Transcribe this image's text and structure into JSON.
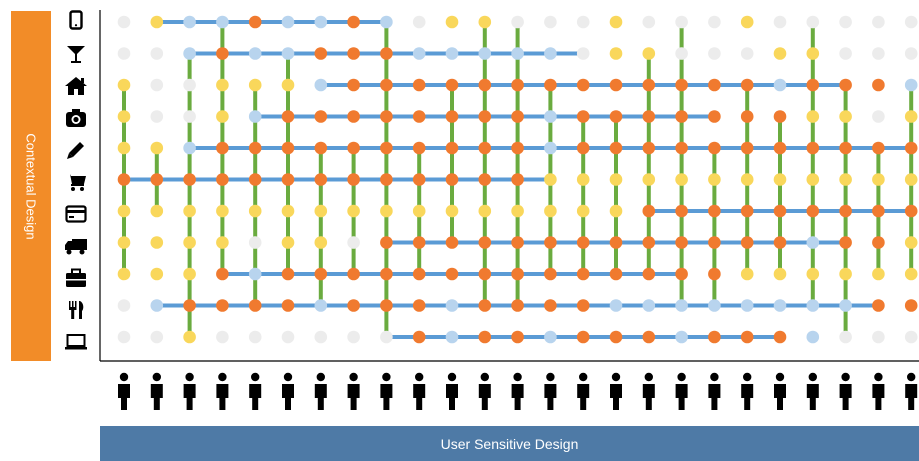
{
  "left_label": "Contextual Design",
  "bottom_label": "User Sensitive Design",
  "colors": {
    "orange_panel": "#f28c28",
    "blue_bar": "#4e7aa6",
    "dot_gray": "#ececec",
    "dot_yellow": "#f9d75b",
    "dot_orange": "#f07a2f",
    "dot_blue": "#b8d4ee",
    "line_blue": "#5b9bd5",
    "line_green": "#6aab3f",
    "axis": "#000000",
    "icon": "#000000"
  },
  "categories": [
    {
      "icon": "phone-icon"
    },
    {
      "icon": "cocktail-glass-icon"
    },
    {
      "icon": "home-icon"
    },
    {
      "icon": "camera-icon"
    },
    {
      "icon": "pencil-icon"
    },
    {
      "icon": "shopping-cart-icon"
    },
    {
      "icon": "credit-card-icon"
    },
    {
      "icon": "truck-icon"
    },
    {
      "icon": "briefcase-icon"
    },
    {
      "icon": "cutlery-icon"
    },
    {
      "icon": "laptop-icon"
    }
  ],
  "people_count": 25,
  "people_icon": "person-icon",
  "grid": {
    "rows": [
      "-ybbobbob-yy---y---y-----",
      "--bobbooobbbbb-yy---yy---",
      "y--yyybooooooooooooobooob-y",
      "y--ybooooooooboooooooyy-yy",
      "yyboooooooooobooooooooooo",
      "oooooooooooooyyyyyyyyyyyy",
      "yyyyyyyyyyyyyyyyoooooooooo",
      "yyyy-yy-ooooooooooooobooy",
      "yyyobooooooooooooooyyyyyyy",
      "-booooboooboooobbbbbbbboobb",
      "--y------oboobooobooob----"
    ],
    "blue_lines": [
      [
        0,
        1,
        8
      ],
      [
        1,
        2,
        14
      ],
      [
        2,
        6,
        22
      ],
      [
        3,
        4,
        18
      ],
      [
        4,
        2,
        24
      ],
      [
        5,
        0,
        13
      ],
      [
        6,
        16,
        24
      ],
      [
        7,
        8,
        22
      ],
      [
        8,
        3,
        17
      ],
      [
        9,
        1,
        23
      ],
      [
        10,
        8,
        20
      ]
    ],
    "green_lines": [
      [
        0,
        2,
        8
      ],
      [
        1,
        4,
        6
      ],
      [
        2,
        1,
        10
      ],
      [
        3,
        0,
        8
      ],
      [
        4,
        2,
        9
      ],
      [
        5,
        1,
        8
      ],
      [
        6,
        4,
        9
      ],
      [
        7,
        4,
        8
      ],
      [
        8,
        0,
        10
      ],
      [
        9,
        4,
        8
      ],
      [
        10,
        2,
        7
      ],
      [
        11,
        0,
        9
      ],
      [
        12,
        0,
        9
      ],
      [
        13,
        2,
        8
      ],
      [
        14,
        3,
        8
      ],
      [
        15,
        3,
        8
      ],
      [
        16,
        1,
        8
      ],
      [
        17,
        0,
        9
      ],
      [
        18,
        4,
        9
      ],
      [
        19,
        2,
        8
      ],
      [
        20,
        3,
        8
      ],
      [
        21,
        0,
        9
      ],
      [
        22,
        2,
        10
      ],
      [
        23,
        4,
        8
      ],
      [
        24,
        2,
        8
      ]
    ]
  }
}
